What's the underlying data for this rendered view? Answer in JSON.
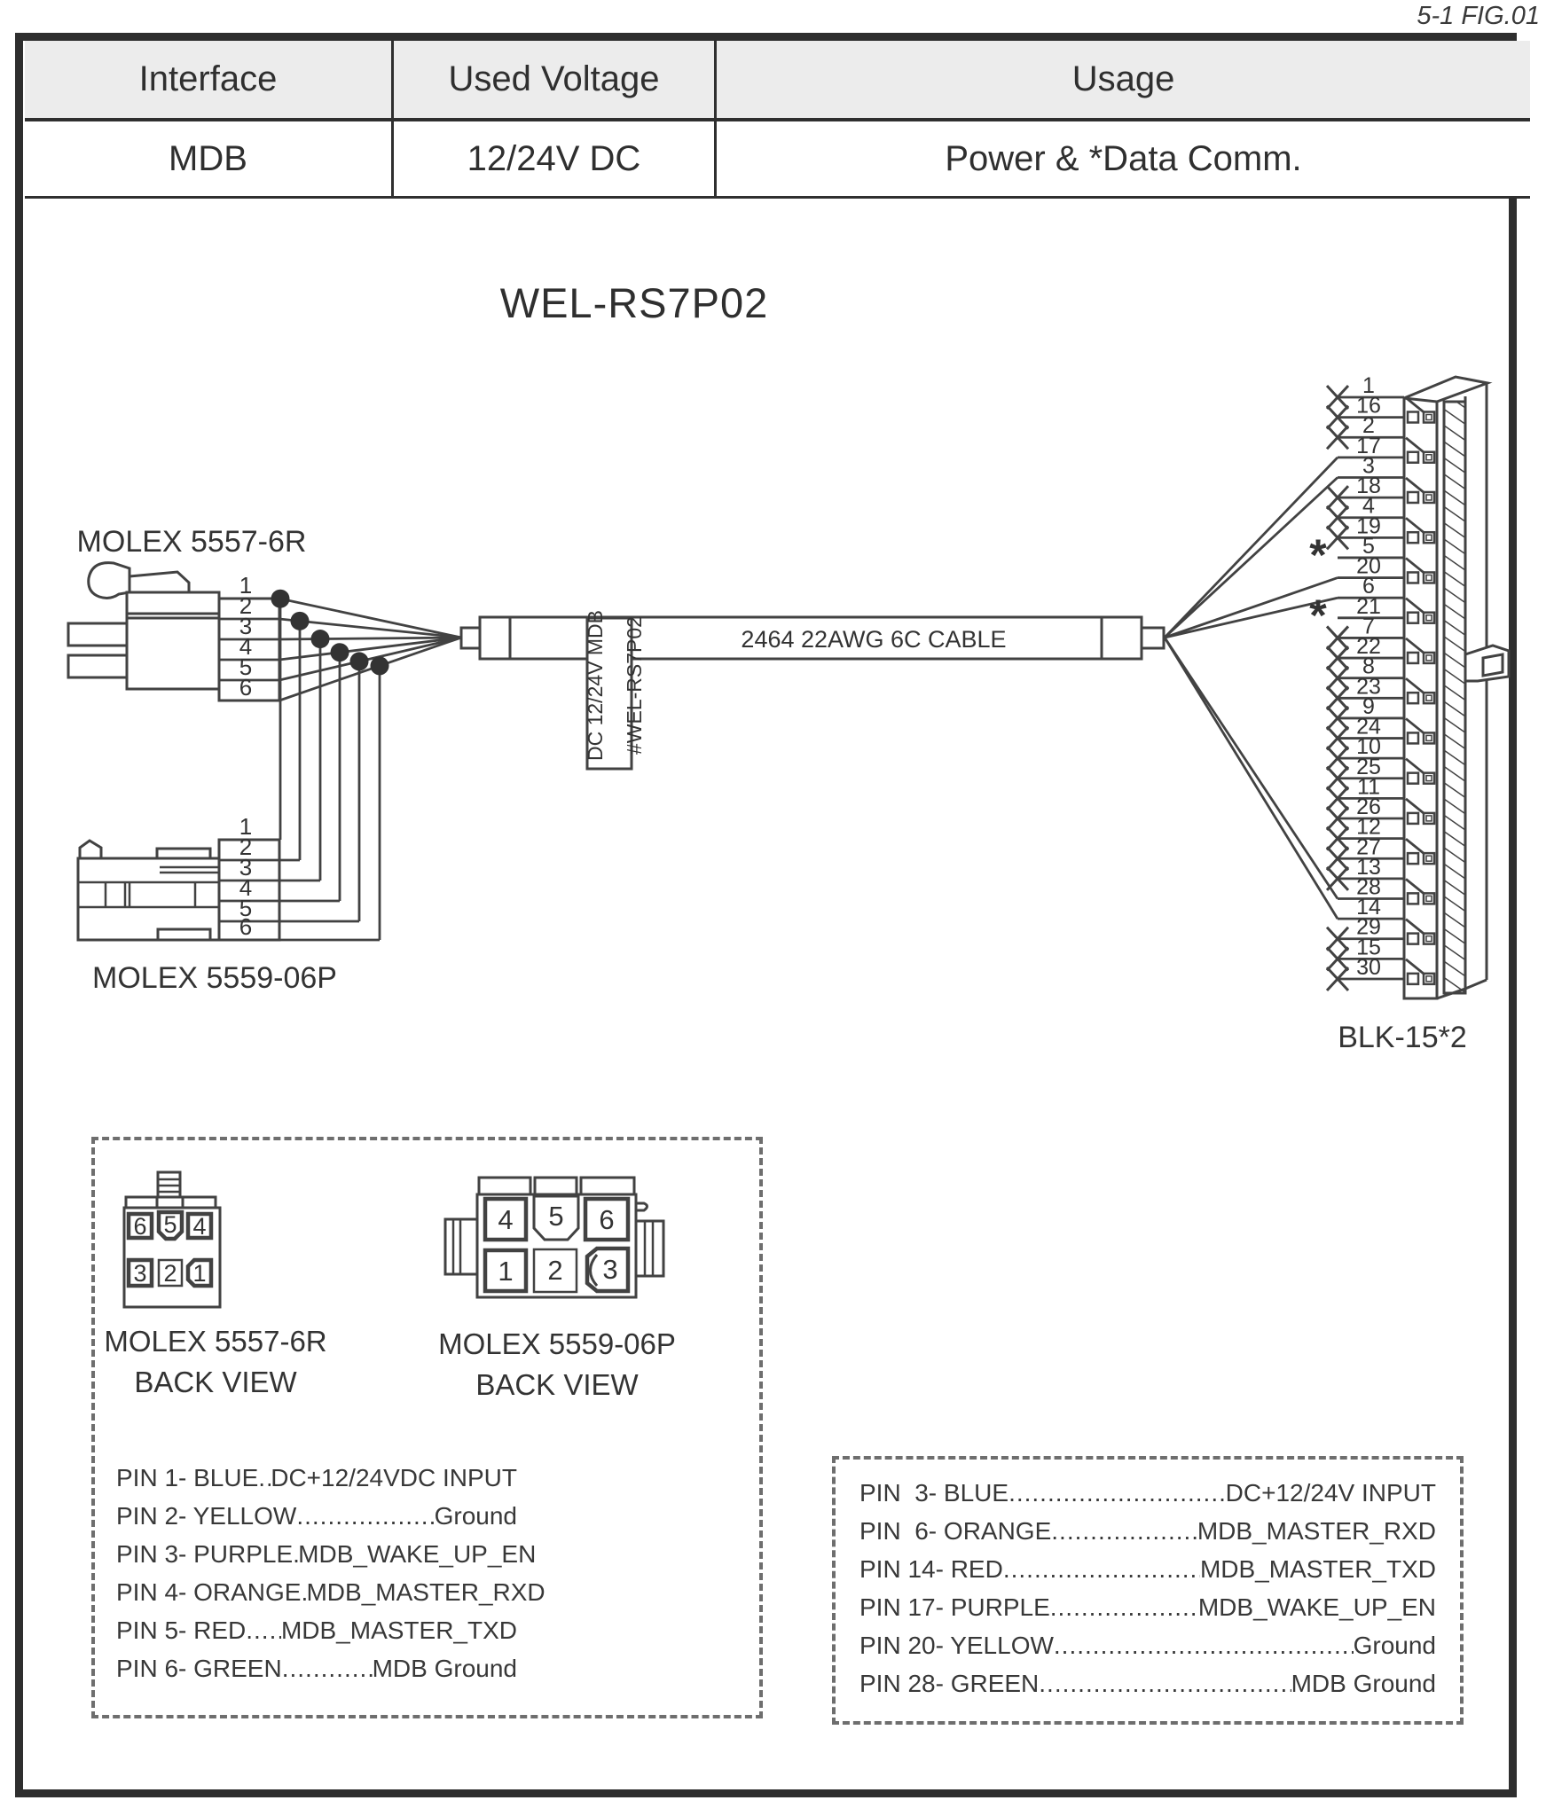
{
  "fig_label": "5-1 FIG.01",
  "table": {
    "headers": [
      "Interface",
      "Used Voltage",
      "Usage"
    ],
    "row": [
      "MDB",
      "12/24V DC",
      "Power & *Data Comm."
    ]
  },
  "title": "WEL-RS7P02",
  "diagram": {
    "connector_a": {
      "label": "MOLEX 5557-6R",
      "pins": [
        "1",
        "2",
        "3",
        "4",
        "5",
        "6"
      ]
    },
    "connector_b": {
      "label": "MOLEX 5559-06P",
      "pins": [
        "1",
        "2",
        "3",
        "4",
        "5",
        "6"
      ]
    },
    "cable": {
      "text": "2464  22AWG 6C CABLE",
      "flag_line1": "DC 12/24V MDB",
      "flag_line2": "#WEL-RS7P02"
    },
    "blk": {
      "label": "BLK-15*2",
      "star_symbol": "*",
      "pins": [
        {
          "n": "1",
          "mark": "x"
        },
        {
          "n": "16",
          "mark": "x"
        },
        {
          "n": "2",
          "mark": "x"
        },
        {
          "n": "17",
          "mark": "wire"
        },
        {
          "n": "3",
          "mark": "wire"
        },
        {
          "n": "18",
          "mark": "x"
        },
        {
          "n": "4",
          "mark": "x"
        },
        {
          "n": "19",
          "mark": "x"
        },
        {
          "n": "5",
          "mark": "star"
        },
        {
          "n": "20",
          "mark": "wire"
        },
        {
          "n": "6",
          "mark": "wire"
        },
        {
          "n": "21",
          "mark": "star"
        },
        {
          "n": "7",
          "mark": "x"
        },
        {
          "n": "22",
          "mark": "x"
        },
        {
          "n": "8",
          "mark": "x"
        },
        {
          "n": "23",
          "mark": "x"
        },
        {
          "n": "9",
          "mark": "x"
        },
        {
          "n": "24",
          "mark": "x"
        },
        {
          "n": "10",
          "mark": "x"
        },
        {
          "n": "25",
          "mark": "x"
        },
        {
          "n": "11",
          "mark": "x"
        },
        {
          "n": "26",
          "mark": "x"
        },
        {
          "n": "12",
          "mark": "x"
        },
        {
          "n": "27",
          "mark": "x"
        },
        {
          "n": "13",
          "mark": "x"
        },
        {
          "n": "28",
          "mark": "wire"
        },
        {
          "n": "14",
          "mark": "wire"
        },
        {
          "n": "29",
          "mark": "x"
        },
        {
          "n": "15",
          "mark": "x"
        },
        {
          "n": "30",
          "mark": "x"
        }
      ]
    }
  },
  "back_views": {
    "a": {
      "title": "MOLEX 5557-6R",
      "subtitle": "BACK VIEW",
      "pins": [
        "6",
        "5",
        "4",
        "3",
        "2",
        "1"
      ]
    },
    "b": {
      "title": "MOLEX 5559-06P",
      "subtitle": "BACK VIEW",
      "pins": [
        "4",
        "5",
        "6",
        "1",
        "2",
        "3"
      ]
    }
  },
  "pinout_left": {
    "rows": [
      {
        "label": "PIN 1- BLUE",
        "value": "DC+12/24VDC INPUT"
      },
      {
        "label": "PIN 2- YELLOW",
        "value": "Ground"
      },
      {
        "label": "PIN 3- PURPLE",
        "value": "MDB_WAKE_UP_EN"
      },
      {
        "label": "PIN 4- ORANGE",
        "value": "MDB_MASTER_RXD"
      },
      {
        "label": "PIN 5- RED",
        "value": "MDB_MASTER_TXD"
      },
      {
        "label": "PIN 6- GREEN",
        "value": "MDB Ground"
      }
    ]
  },
  "pinout_right": {
    "rows": [
      {
        "label": "PIN  3- BLUE",
        "value": "DC+12/24V INPUT"
      },
      {
        "label": "PIN  6- ORANGE",
        "value": "MDB_MASTER_RXD"
      },
      {
        "label": "PIN 14- RED",
        "value": "MDB_MASTER_TXD"
      },
      {
        "label": "PIN 17- PURPLE",
        "value": "MDB_WAKE_UP_EN"
      },
      {
        "label": "PIN 20- YELLOW",
        "value": "Ground"
      },
      {
        "label": "PIN 28- GREEN",
        "value": "MDB Ground"
      }
    ]
  }
}
